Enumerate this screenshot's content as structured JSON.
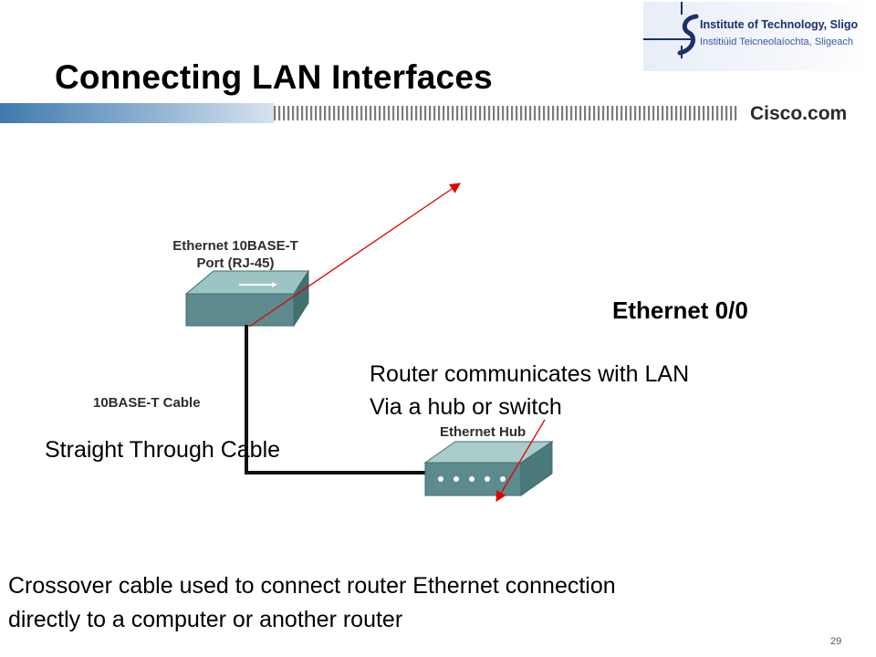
{
  "header": {
    "title": "Connecting LAN Interfaces",
    "logo": {
      "line1": "Institute of Technology, Sligo",
      "line2": "Institiúid Teicneolaíochta, Sligeach"
    },
    "brand": "Cisco.com"
  },
  "diagram": {
    "port_label_line1": "Ethernet 10BASE-T",
    "port_label_line2": "Port (RJ-45)",
    "cable_label": "10BASE-T Cable",
    "hub_label": "Ethernet Hub"
  },
  "annotations": {
    "interface_name": "Ethernet 0/0",
    "router_text_line1": "Router communicates with LAN",
    "router_text_line2": "Via a hub or switch",
    "straight_cable": "Straight Through Cable",
    "crossover_line1": "Crossover cable used to connect router Ethernet connection",
    "crossover_line2": "directly to a computer or another router"
  },
  "footer": {
    "page_number": "29"
  },
  "colors": {
    "accent": "#4a7fb0",
    "arrow": "#e00000",
    "device": "#5d8a8c"
  }
}
